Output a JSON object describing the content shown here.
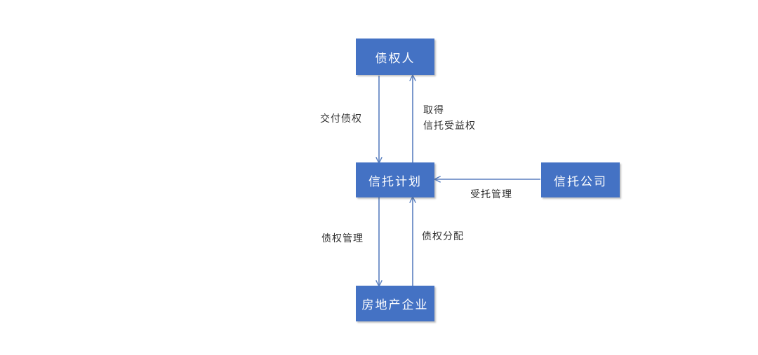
{
  "nodes": {
    "creditor": "债权人",
    "trust_plan": "信托计划",
    "trust_company": "信托公司",
    "real_estate": "房地产企业"
  },
  "edges": {
    "deliver_claim": "交付债权",
    "obtain_line1": "取得",
    "obtain_line2": "信托受益权",
    "entrusted_management": "受托管理",
    "claim_management": "债权管理",
    "claim_distribution": "债权分配"
  },
  "colors": {
    "box_fill": "#4472c4",
    "arrow": "#5a7fbf",
    "text": "#333333"
  }
}
